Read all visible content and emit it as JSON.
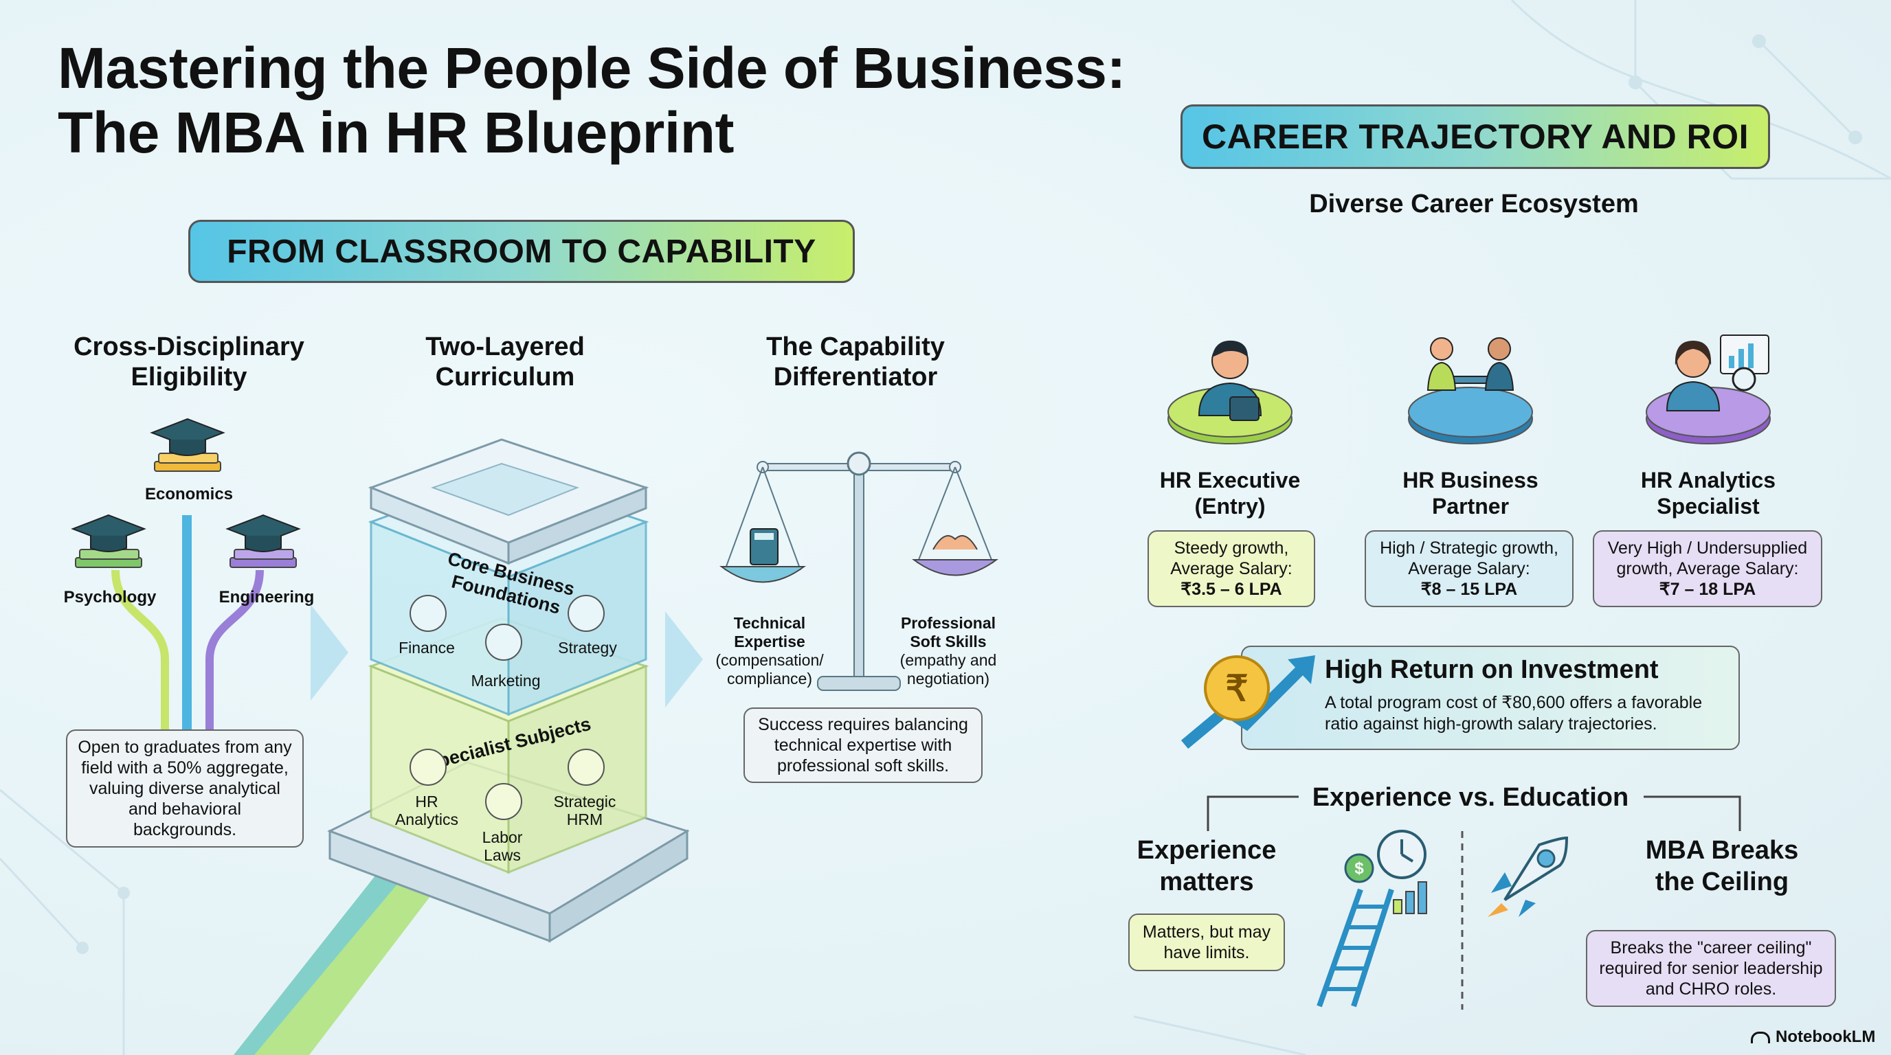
{
  "title": {
    "line1": "Mastering the People Side of Business:",
    "line2": "The MBA in HR Blueprint"
  },
  "left_banner": "FROM CLASSROOM TO CAPABILITY",
  "right_banner": "CAREER TRAJECTORY AND ROI",
  "eligibility": {
    "heading_line1": "Cross-Disciplinary",
    "heading_line2": "Eligibility",
    "fields": [
      "Economics",
      "Psychology",
      "Engineering"
    ],
    "note": "Open to graduates from any field with a 50% aggregate, valuing diverse analytical and behavioral backgrounds."
  },
  "curriculum": {
    "heading_line1": "Two-Layered",
    "heading_line2": "Curriculum",
    "core_label": "Core Business Foundations",
    "core_items": [
      "Finance",
      "Marketing",
      "Strategy"
    ],
    "specialist_label": "Specialist Subjects",
    "specialist_items": [
      "HR Analytics",
      "Labor Laws",
      "Strategic HRM"
    ]
  },
  "capability": {
    "heading_line1": "The Capability",
    "heading_line2": "Differentiator",
    "left_pan_title": "Technical Expertise",
    "left_pan_sub": "(compensation/ compliance)",
    "right_pan_title": "Professional Soft Skills",
    "right_pan_sub": "(empathy and negotiation)",
    "note": "Success requires balancing technical expertise with professional soft skills."
  },
  "ecosystem": {
    "heading": "Diverse Career Ecosystem",
    "roles": [
      {
        "title": "HR Executive (Entry)",
        "growth": "Steedy growth,",
        "avg": "Average Salary:",
        "salary": "₹3.5 – 6 LPA",
        "color": "#eef7c8"
      },
      {
        "title": "HR Business Partner",
        "growth": "High / Strategic growth,",
        "avg": "Average Salary:",
        "salary": "₹8 – 15 LPA",
        "color": "#d9eef5"
      },
      {
        "title": "HR Analytics Specialist",
        "growth": "Very High / Undersupplied",
        "avg": "growth, Average Salary:",
        "salary": "₹7 – 18 LPA",
        "color": "#e6def5"
      }
    ]
  },
  "roi": {
    "heading": "High Return on Investment",
    "text": "A total program cost of ₹80,600 offers a favorable ratio against high-growth salary trajectories.",
    "icon": "rupee-coin-icon"
  },
  "experience": {
    "heading": "Experience vs. Education",
    "left_title": "Experience matters",
    "left_note": "Matters, but may have limits.",
    "right_title": "MBA Breaks the Ceiling",
    "right_note": "Breaks the \"career ceiling\" required for senior leadership and CHRO roles."
  },
  "branding": "NotebookLM"
}
